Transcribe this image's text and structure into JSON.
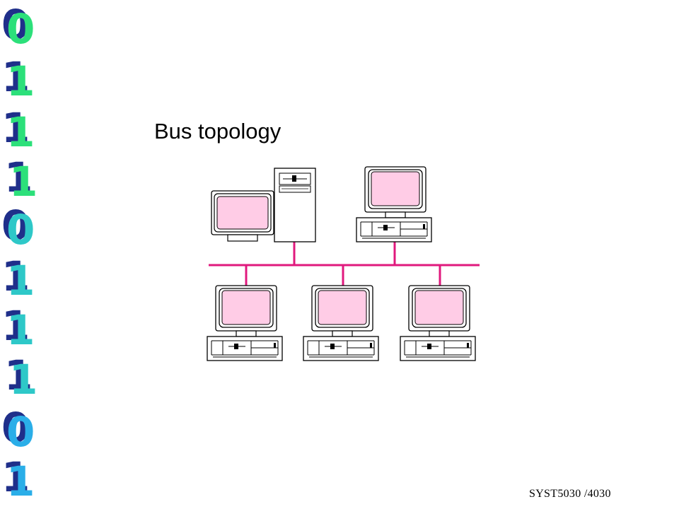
{
  "binary_digits": [
    {
      "text": "0",
      "color": "#2ce07a"
    },
    {
      "text": "1",
      "color": "#2ce07a"
    },
    {
      "text": "1",
      "color": "#2ce07a"
    },
    {
      "text": "1",
      "color": "#2ce07a"
    },
    {
      "text": "0",
      "color": "#2ec8c8"
    },
    {
      "text": "1",
      "color": "#2ec8c8"
    },
    {
      "text": "1",
      "color": "#2ec8c8"
    },
    {
      "text": "1",
      "color": "#2ec8c8"
    },
    {
      "text": "0",
      "color": "#2aaee8"
    },
    {
      "text": "1",
      "color": "#2aaee8"
    }
  ],
  "slide": {
    "title": "Bus topology",
    "footer": "SYST5030 /4030"
  },
  "colors": {
    "bus": "#e0197d",
    "screen": "#ffcce6",
    "outline": "#000000"
  }
}
